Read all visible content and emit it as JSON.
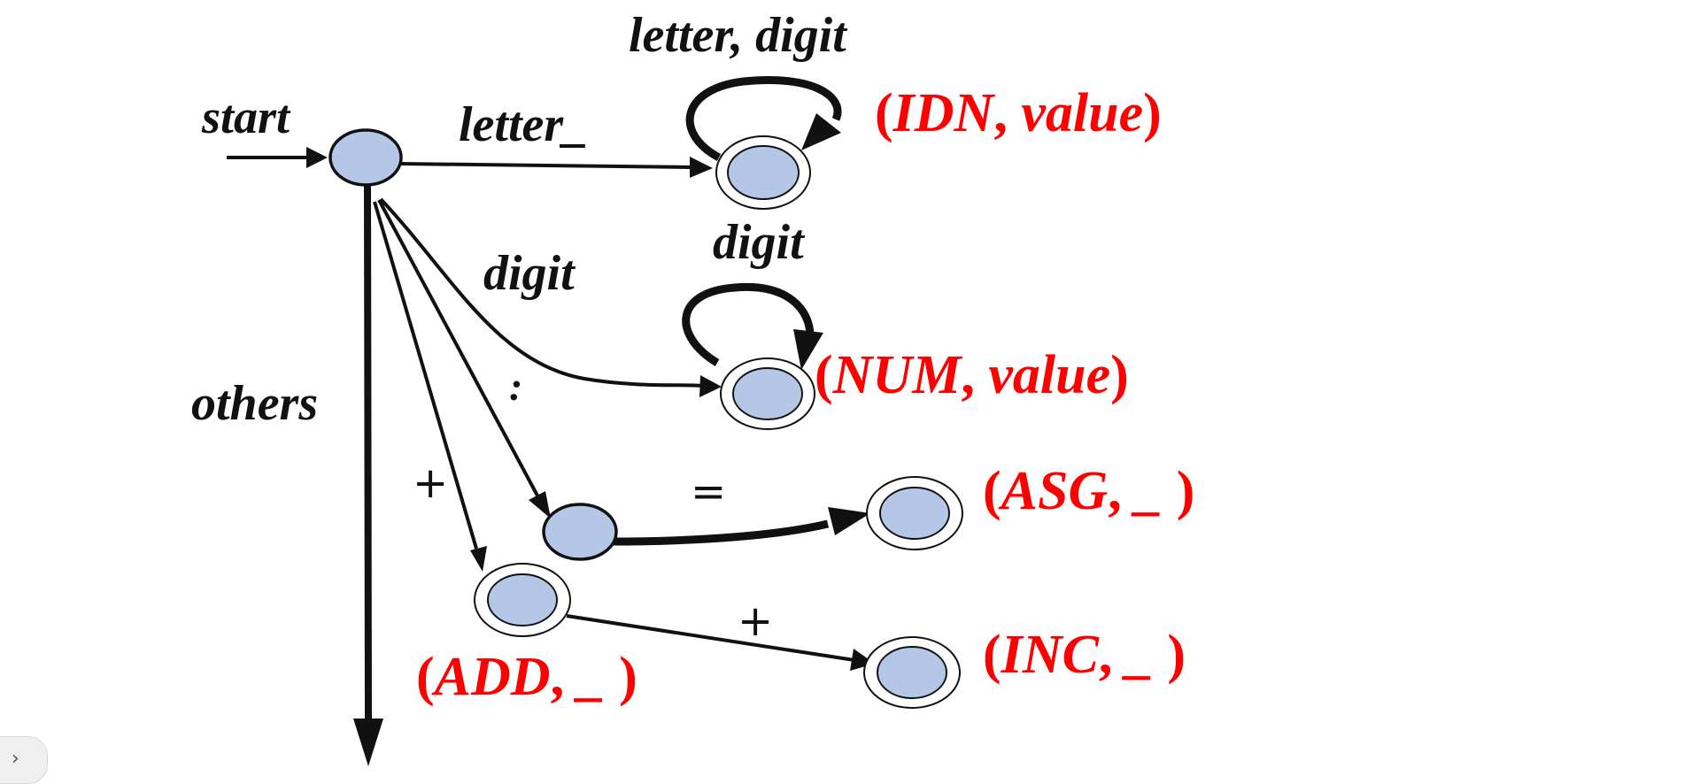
{
  "edge_labels": {
    "start": "start",
    "letter_underscore": "letter_",
    "letter_digit_loop": "letter, digit",
    "digit_top": "digit",
    "digit_loop": "digit",
    "colon": ":",
    "others": "others",
    "plus_left": "+",
    "equals": "=",
    "plus_right": "+"
  },
  "outputs": {
    "idn": {
      "open": "(",
      "name": "IDN",
      "sep": ", ",
      "val": "value",
      "close": ")"
    },
    "num": {
      "open": "(",
      "name": "NUM",
      "sep": ", ",
      "val": "value",
      "close": ")"
    },
    "asg": {
      "open": "(",
      "name": "ASG",
      "sep": ", ",
      "val": "_ ",
      "close": ")"
    },
    "add": {
      "open": "(",
      "name": "ADD",
      "sep": ", ",
      "val": "_ ",
      "close": ")"
    },
    "inc": {
      "open": "(",
      "name": "INC",
      "sep": ", ",
      "val": "_ ",
      "close": ")"
    }
  },
  "colors": {
    "state_fill": "#b4c7e7",
    "output_text": "#ff0000",
    "stroke": "#111111"
  },
  "corner_button": {
    "icon": "chevron-right-icon",
    "glyph": "›"
  }
}
